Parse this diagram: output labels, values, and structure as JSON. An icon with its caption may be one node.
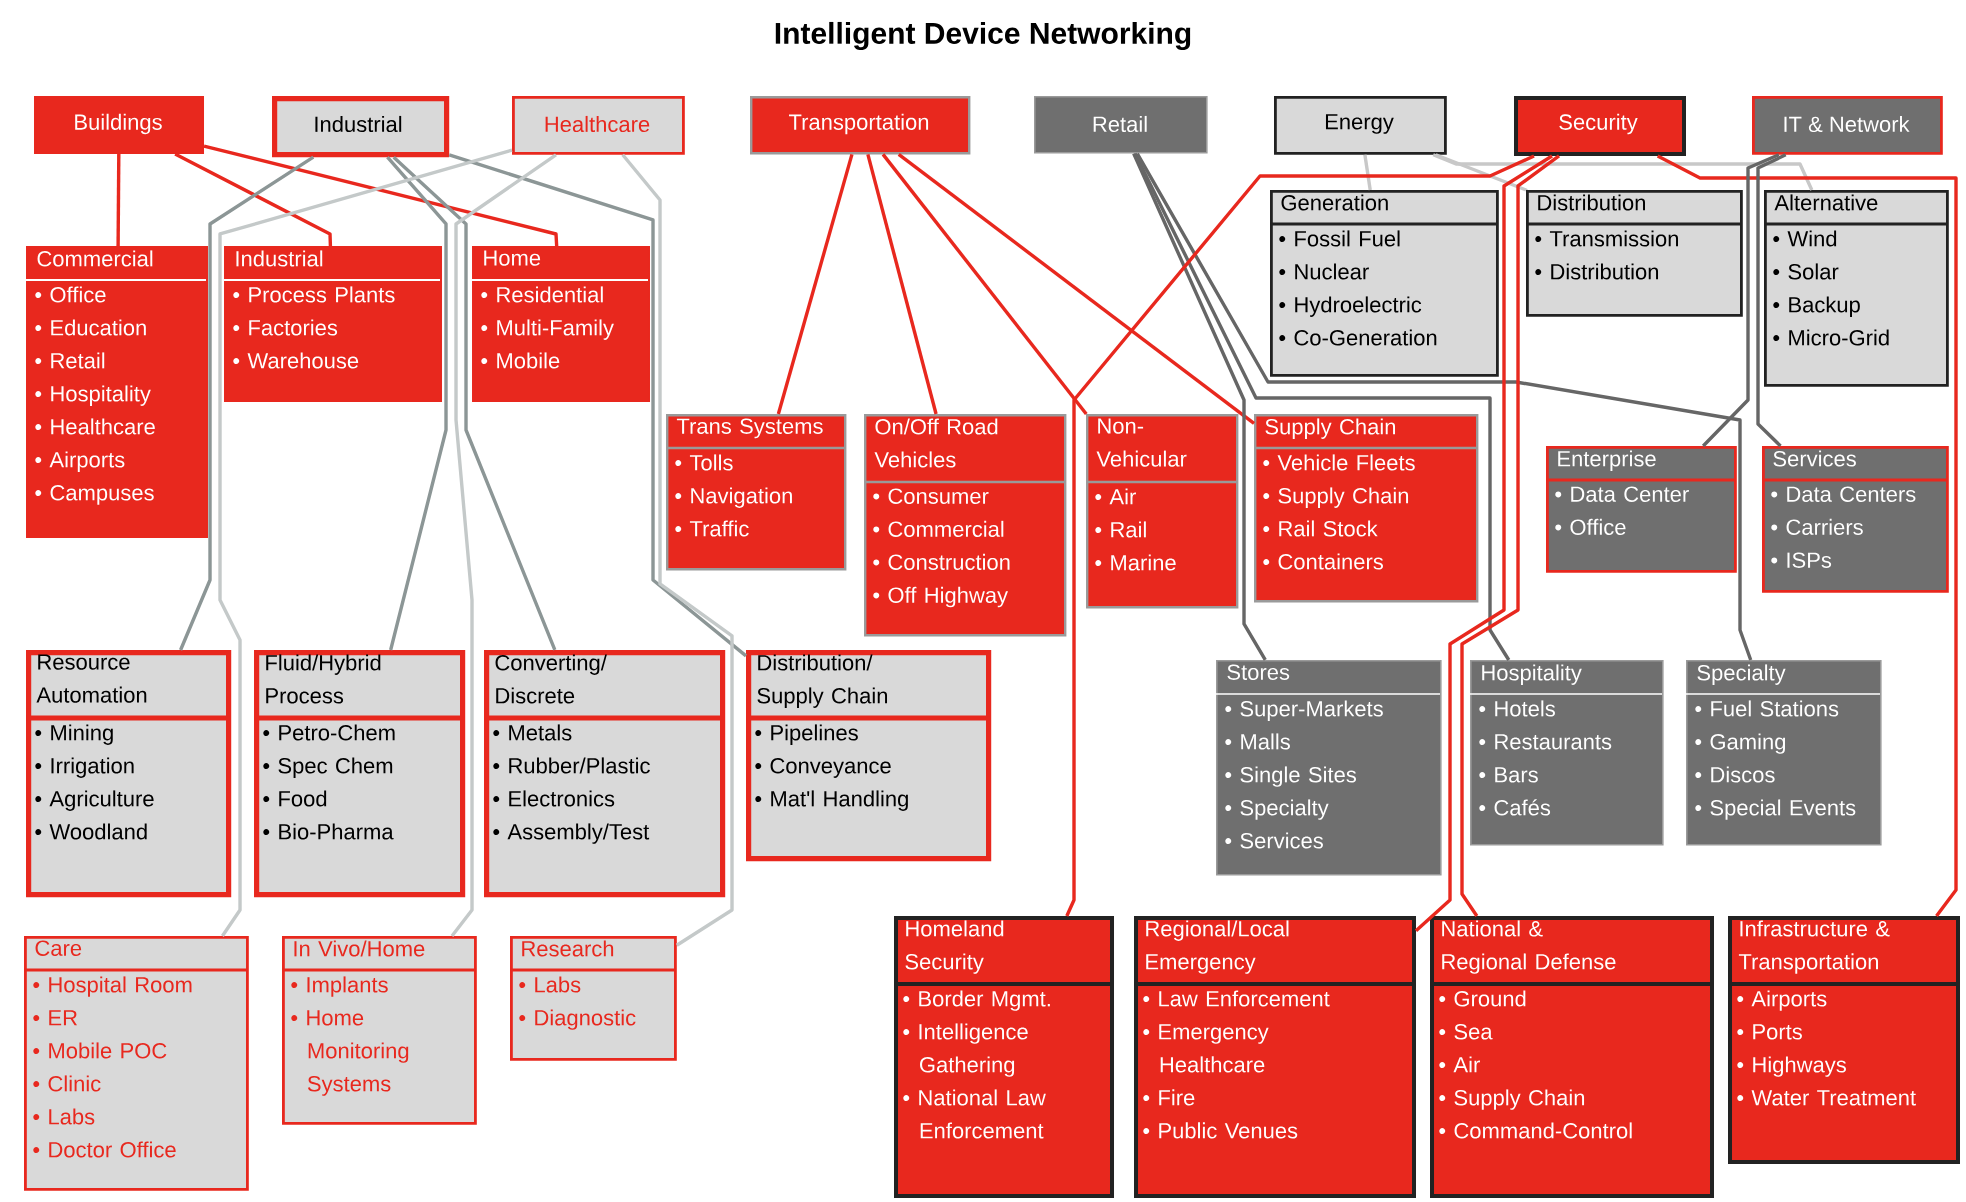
{
  "diagram": {
    "title": "Intelligent Device Networking",
    "nodes": [
      {
        "text": [
          "Buildings"
        ]
      },
      {
        "text": [
          "Industrial"
        ]
      },
      {
        "text": [
          "Healthcare"
        ]
      },
      {
        "text": [
          "Transportation"
        ]
      },
      {
        "text": [
          "Retail"
        ]
      },
      {
        "text": [
          "Energy"
        ]
      },
      {
        "text": [
          "Security"
        ]
      },
      {
        "text": [
          "IT & Network"
        ]
      },
      {
        "text": [
          "Commercial",
          "• Office",
          "• Education",
          "• Retail",
          "• Hospitality",
          "• Healthcare",
          "• Airports",
          "• Campuses"
        ]
      },
      {
        "text": [
          "Industrial",
          "• Process Plants",
          "• Factories",
          "• Warehouse"
        ]
      },
      {
        "text": [
          "Home",
          "• Residential",
          "• Multi-Family",
          "• Mobile"
        ]
      },
      {
        "text": [
          "Generation",
          "• Fossil Fuel",
          "• Nuclear",
          "• Hydroelectric",
          "• Co-Generation"
        ]
      },
      {
        "text": [
          "Distribution",
          "• Transmission",
          "• Distribution"
        ]
      },
      {
        "text": [
          "Alternative",
          "• Wind",
          "• Solar",
          "• Backup",
          "• Micro-Grid"
        ]
      },
      {
        "text": [
          "Trans Systems",
          "• Tolls",
          "• Navigation",
          "• Traffic"
        ]
      },
      {
        "text": [
          "On/Off Road Vehicles",
          "• Consumer",
          "• Commercial",
          "• Construction",
          "• Off Highway"
        ]
      },
      {
        "text": [
          "Non-Vehicular",
          "• Air",
          "• Rail",
          "• Marine"
        ]
      },
      {
        "text": [
          "Supply Chain",
          "• Vehicle Fleets",
          "• Supply Chain",
          "• Rail Stock",
          "• Containers"
        ]
      },
      {
        "text": [
          "Enterprise",
          "• Data Center",
          "• Office"
        ]
      },
      {
        "text": [
          "Services",
          "• Data Centers",
          "• Carriers",
          "• ISPs"
        ]
      },
      {
        "text": [
          "Resource Automation",
          "• Mining",
          "• Irrigation",
          "• Agriculture",
          "• Woodland"
        ]
      },
      {
        "text": [
          "Fluid/Hybrid Process",
          "• Petro-Chem",
          "• Spec Chem",
          "• Food",
          "• Bio-Pharma"
        ]
      },
      {
        "text": [
          "Converting/ Discrete",
          "• Metals",
          "• Rubber/Plastic",
          "• Electronics",
          "• Assembly/Test"
        ]
      },
      {
        "text": [
          "Distribution/ Supply Chain",
          "• Pipelines",
          "• Conveyance",
          "• Mat'l Handling"
        ]
      },
      {
        "text": [
          "Stores",
          "• Super-Markets",
          "• Malls",
          "• Single Sites",
          "• Specialty",
          "• Services"
        ]
      },
      {
        "text": [
          "Hospitality",
          "• Hotels",
          "• Restaurants",
          "• Bars",
          "• Cafés"
        ]
      },
      {
        "text": [
          "Specialty",
          "• Fuel Stations",
          "• Gaming",
          "• Discos",
          "• Special Events"
        ]
      },
      {
        "text": [
          "Care",
          "• Hospital Room",
          "• ER",
          "• Mobile POC",
          "• Clinic",
          "• Labs",
          "• Doctor Office"
        ]
      },
      {
        "text": [
          "In Vivo/Home",
          "• Implants",
          "• Home Monitoring Systems"
        ]
      },
      {
        "text": [
          "Research",
          "• Labs",
          "• Diagnostic"
        ]
      },
      {
        "text": [
          "Homeland Security",
          "• Border Mgmt.",
          "• Intelligence Gathering",
          "• National Law Enforcement"
        ]
      },
      {
        "text": [
          "Regional/Local Emergency",
          "• Law Enforcement",
          "• Emergency Healthcare",
          "• Fire",
          "• Public Venues"
        ]
      },
      {
        "text": [
          "National & Regional Defense",
          "• Ground",
          "• Sea",
          "• Air",
          "• Supply Chain",
          "• Command-Control"
        ]
      },
      {
        "text": [
          "Infrastructure & Transportation",
          "• Airports",
          "• Ports",
          "• Highways",
          "• Water Treatment"
        ]
      }
    ],
    "edges": [
      {
        "from": 0,
        "to": 8,
        "arrow": "none"
      },
      {
        "from": 0,
        "to": 9,
        "arrow": "none"
      },
      {
        "from": 0,
        "to": 10,
        "arrow": "none"
      },
      {
        "from": 1,
        "to": 20,
        "arrow": "none",
        "color": "#8c9696"
      },
      {
        "from": 1,
        "to": 21,
        "arrow": "none",
        "color": "#8c9696"
      },
      {
        "from": 1,
        "to": 22,
        "arrow": "none",
        "color": "#8c9696"
      },
      {
        "from": 1,
        "to": 23,
        "arrow": "none",
        "color": "#8c9696"
      },
      {
        "from": 2,
        "to": 27,
        "arrow": "none",
        "color": "#c4c9c9"
      },
      {
        "from": 2,
        "to": 28,
        "arrow": "none",
        "color": "#c4c9c9"
      },
      {
        "from": 2,
        "to": 29,
        "arrow": "none",
        "color": "#c4c9c9"
      },
      {
        "from": 3,
        "to": 14,
        "arrow": "none"
      },
      {
        "from": 3,
        "to": 15,
        "arrow": "none"
      },
      {
        "from": 3,
        "to": 16,
        "arrow": "none"
      },
      {
        "from": 3,
        "to": 17,
        "arrow": "none"
      },
      {
        "from": 4,
        "to": 24,
        "arrow": "none",
        "color": "#666666"
      },
      {
        "from": 4,
        "to": 25,
        "arrow": "none",
        "color": "#666666"
      },
      {
        "from": 4,
        "to": 26,
        "arrow": "none",
        "color": "#666666"
      },
      {
        "from": 5,
        "to": 11,
        "arrow": "none",
        "color": "#c8c8c8"
      },
      {
        "from": 5,
        "to": 12,
        "arrow": "none",
        "color": "#c8c8c8"
      },
      {
        "from": 5,
        "to": 13,
        "arrow": "none",
        "color": "#c8c8c8"
      },
      {
        "from": 6,
        "to": 30,
        "arrow": "none"
      },
      {
        "from": 6,
        "to": 31,
        "arrow": "none"
      },
      {
        "from": 6,
        "to": 32,
        "arrow": "none"
      },
      {
        "from": 6,
        "to": 33,
        "arrow": "none"
      },
      {
        "from": 7,
        "to": 18,
        "arrow": "none",
        "color": "#666666"
      },
      {
        "from": 7,
        "to": 19,
        "arrow": "none",
        "color": "#666666"
      }
    ]
  }
}
